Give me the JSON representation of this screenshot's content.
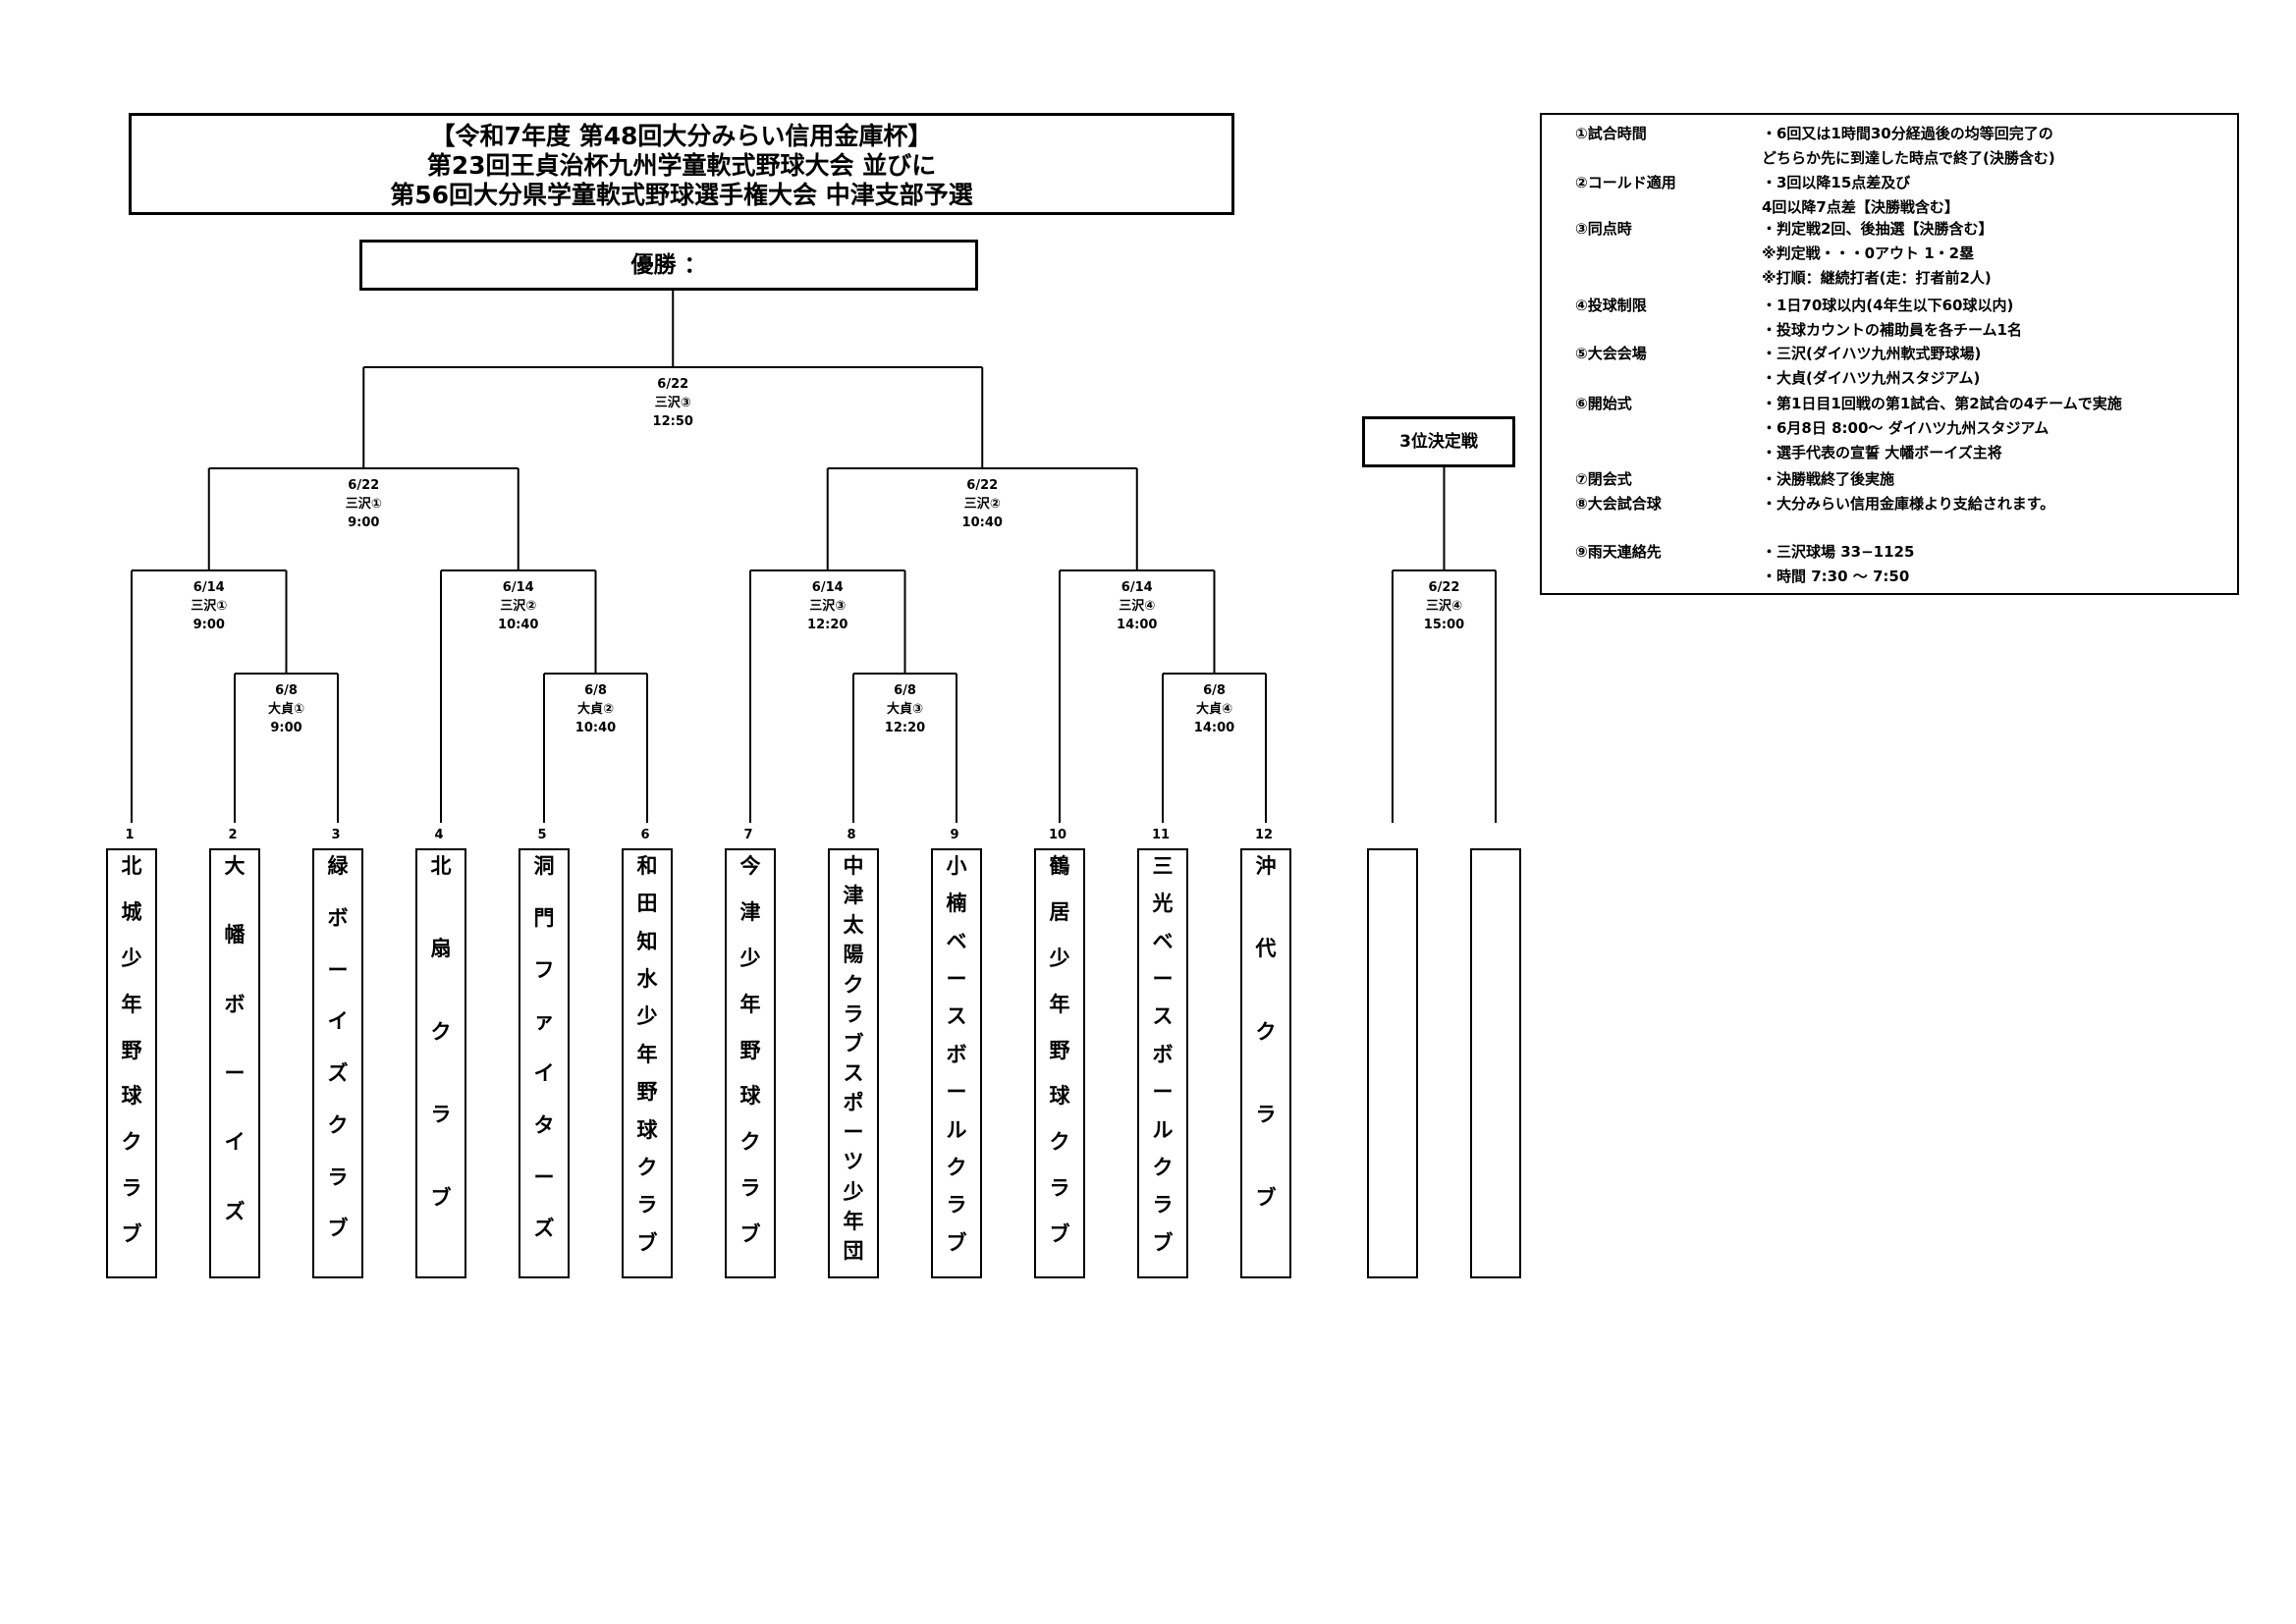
{
  "title": {
    "line1": "【令和7年度  第48回大分みらい信用金庫杯】",
    "line2": "第23回王貞治杯九州学童軟式野球大会  並びに",
    "line3": "第56回大分県学童軟式野球選手権大会  中津支部予選"
  },
  "winner_label": "優勝  ：",
  "third_place_label": "3位決定戦",
  "info": [
    {
      "key": "①試合時間",
      "lines": [
        "・6回又は1時間30分経過後の均等回完了の",
        "  どちらか先に到達した時点で終了(決勝含む)"
      ]
    },
    {
      "key": "②コールド適用",
      "lines": [
        "・3回以降15点差及び",
        "      4回以降7点差【決勝戦含む】"
      ]
    },
    {
      "key": "③同点時",
      "lines": [
        "・判定戦2回、後抽選【決勝含む】",
        "  ※判定戦・・・0アウト 1・2塁",
        "  ※打順：継続打者(走：打者前2人)"
      ]
    },
    {
      "key": "④投球制限",
      "lines": [
        "・1日70球以内(4年生以下60球以内)",
        "・投球カウントの補助員を各チーム1名"
      ]
    },
    {
      "key": "⑤大会会場",
      "lines": [
        "・三沢(ダイハツ九州軟式野球場)",
        "・大貞(ダイハツ九州スタジアム)"
      ]
    },
    {
      "key": "⑥開始式",
      "lines": [
        "・第1日目1回戦の第1試合、第2試合の4チームで実施",
        "・6月8日  8:00～  ダイハツ九州スタジアム",
        "・選手代表の宣誓  大幡ボーイズ主将"
      ]
    },
    {
      "key": "⑦閉会式",
      "lines": [
        "・決勝戦終了後実施"
      ]
    },
    {
      "key": "⑧大会試合球",
      "lines": [
        "・大分みらい信用金庫様より支給されます。"
      ]
    },
    {
      "key": "⑨雨天連絡先",
      "lines": [
        "・三沢球場  33−1125",
        "・時間    7:30  ～  7:50"
      ]
    }
  ],
  "teams": [
    {
      "num": "1",
      "name": "北城少年野球クラブ"
    },
    {
      "num": "2",
      "name": "大幡ボーイズ"
    },
    {
      "num": "3",
      "name": "緑ボーイズクラブ"
    },
    {
      "num": "4",
      "name": "北扇クラブ"
    },
    {
      "num": "5",
      "name": "洞門ファイターズ"
    },
    {
      "num": "6",
      "name": "和田知水少年野球クラブ"
    },
    {
      "num": "7",
      "name": "今津少年野球クラブ"
    },
    {
      "num": "8",
      "name": "中津太陽クラブスポーツ少年団"
    },
    {
      "num": "9",
      "name": "小楠ベースボールクラブ"
    },
    {
      "num": "10",
      "name": "鶴居少年野球クラブ"
    },
    {
      "num": "11",
      "name": "三光ベースボールクラブ"
    },
    {
      "num": "12",
      "name": "沖代クラブ"
    },
    {
      "num": "",
      "name": ""
    },
    {
      "num": "",
      "name": ""
    }
  ],
  "matches": [
    {
      "id": "r1a",
      "date": "6/8",
      "venue": "大貞①",
      "time": "9:00"
    },
    {
      "id": "r1b",
      "date": "6/8",
      "venue": "大貞②",
      "time": "10:40"
    },
    {
      "id": "r1c",
      "date": "6/8",
      "venue": "大貞③",
      "time": "12:20"
    },
    {
      "id": "r1d",
      "date": "6/8",
      "venue": "大貞④",
      "time": "14:00"
    },
    {
      "id": "r2a",
      "date": "6/14",
      "venue": "三沢①",
      "time": "9:00"
    },
    {
      "id": "r2b",
      "date": "6/14",
      "venue": "三沢②",
      "time": "10:40"
    },
    {
      "id": "r2c",
      "date": "6/14",
      "venue": "三沢③",
      "time": "12:20"
    },
    {
      "id": "r2d",
      "date": "6/14",
      "venue": "三沢④",
      "time": "14:00"
    },
    {
      "id": "sfa",
      "date": "6/22",
      "venue": "三沢①",
      "time": "9:00"
    },
    {
      "id": "sfb",
      "date": "6/22",
      "venue": "三沢②",
      "time": "10:40"
    },
    {
      "id": "final",
      "date": "6/22",
      "venue": "三沢③",
      "time": "12:50"
    },
    {
      "id": "third",
      "date": "6/22",
      "venue": "三沢④",
      "time": "15:00"
    }
  ]
}
